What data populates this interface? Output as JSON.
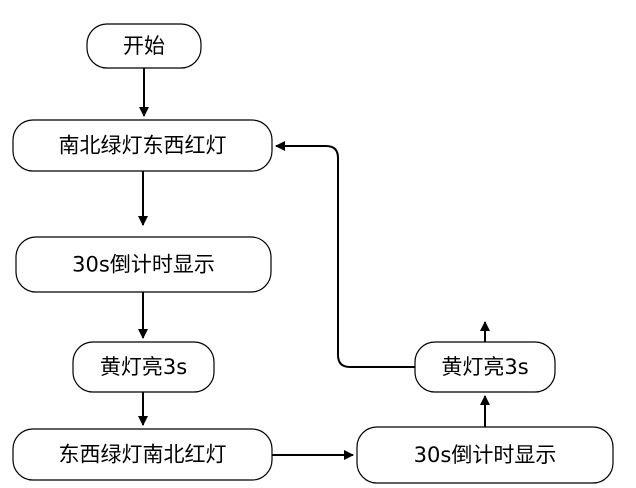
{
  "flowchart": {
    "nodes": {
      "start": "开始",
      "ns_green_ew_red": "南北绿灯东西红灯",
      "countdown_1": "30s倒计时显示",
      "yellow_1": "黄灯亮3s",
      "ew_green_ns_red": "东西绿灯南北红灯",
      "countdown_2": "30s倒计时显示",
      "yellow_2": "黄灯亮3s"
    },
    "edges": [
      {
        "from": "start",
        "to": "ns_green_ew_red"
      },
      {
        "from": "ns_green_ew_red",
        "to": "countdown_1"
      },
      {
        "from": "countdown_1",
        "to": "yellow_1"
      },
      {
        "from": "yellow_1",
        "to": "ew_green_ns_red"
      },
      {
        "from": "ew_green_ns_red",
        "to": "countdown_2"
      },
      {
        "from": "countdown_2",
        "to": "yellow_2"
      },
      {
        "from": "yellow_2",
        "to": "ns_green_ew_red"
      }
    ]
  }
}
